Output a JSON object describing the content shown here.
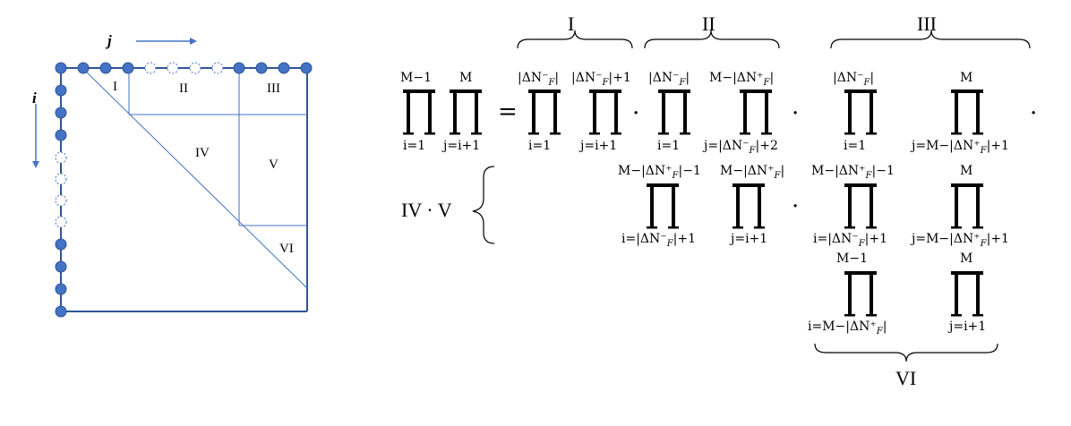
{
  "diagram": {
    "axis_labels": {
      "j": "j",
      "i": "i"
    },
    "regions": [
      "I",
      "II",
      "III",
      "IV",
      "V",
      "VI"
    ]
  },
  "equation": {
    "lhs": {
      "prod1": {
        "upper": "M−1",
        "lower": "i=1"
      },
      "prod2": {
        "upper": "M",
        "lower": "j=i+1"
      }
    },
    "equals": "=",
    "groups": {
      "I": "I",
      "II": "II",
      "III": "III",
      "IV_V": "IV · V",
      "VI": "VI"
    },
    "row1": [
      {
        "upper": "|ΔN⁻_F|",
        "lower": "i=1"
      },
      {
        "upper": "|ΔN⁻_F|+1",
        "lower": "j=i+1"
      },
      {
        "upper": "|ΔN⁻_F|",
        "lower": "i=1"
      },
      {
        "upper": "M−|ΔN⁺_F|",
        "lower": "j=|ΔN⁻_F|+2"
      },
      {
        "upper": "|ΔN⁻_F|",
        "lower": "i=1"
      },
      {
        "upper": "M",
        "lower": "j=M−|ΔN⁺_F|+1"
      }
    ],
    "row2": [
      {
        "upper": "M−|ΔN⁺_F|−1",
        "lower": "i=|ΔN⁻_F|+1"
      },
      {
        "upper": "M−|ΔN⁺_F|",
        "lower": "j=i+1"
      },
      {
        "upper": "M−|ΔN⁺_F|−1",
        "lower": "i=|ΔN⁻_F|+1"
      },
      {
        "upper": "M",
        "lower": "j=M−|ΔN⁺_F|+1"
      }
    ],
    "row3": [
      {
        "upper": "M−1",
        "lower": "i=M−|ΔN⁺_F|"
      },
      {
        "upper": "M",
        "lower": "j=i+1"
      }
    ],
    "operators": {
      "dot": "·"
    }
  },
  "colors": {
    "line": "#2f5597",
    "node_fill": "#4472c4",
    "node_stroke": "#2f5597"
  }
}
